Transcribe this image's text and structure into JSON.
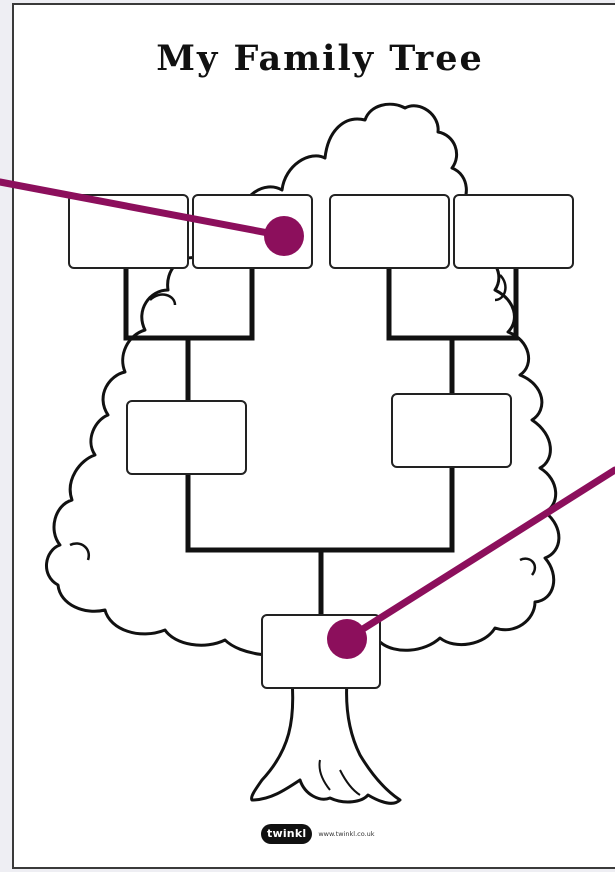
{
  "document": {
    "title": "My Family Tree"
  },
  "tree": {
    "boxes": [
      {
        "role": "grandparent-1"
      },
      {
        "role": "grandparent-2"
      },
      {
        "role": "grandparent-3"
      },
      {
        "role": "grandparent-4"
      },
      {
        "role": "parent-1"
      },
      {
        "role": "parent-2"
      },
      {
        "role": "me"
      }
    ]
  },
  "footer": {
    "logo_text": "twinkl",
    "url": "www.twinkl.co.uk"
  },
  "colors": {
    "pointer": "#8c0f5c",
    "outline": "#111111",
    "page_border": "#3a3a3a"
  }
}
